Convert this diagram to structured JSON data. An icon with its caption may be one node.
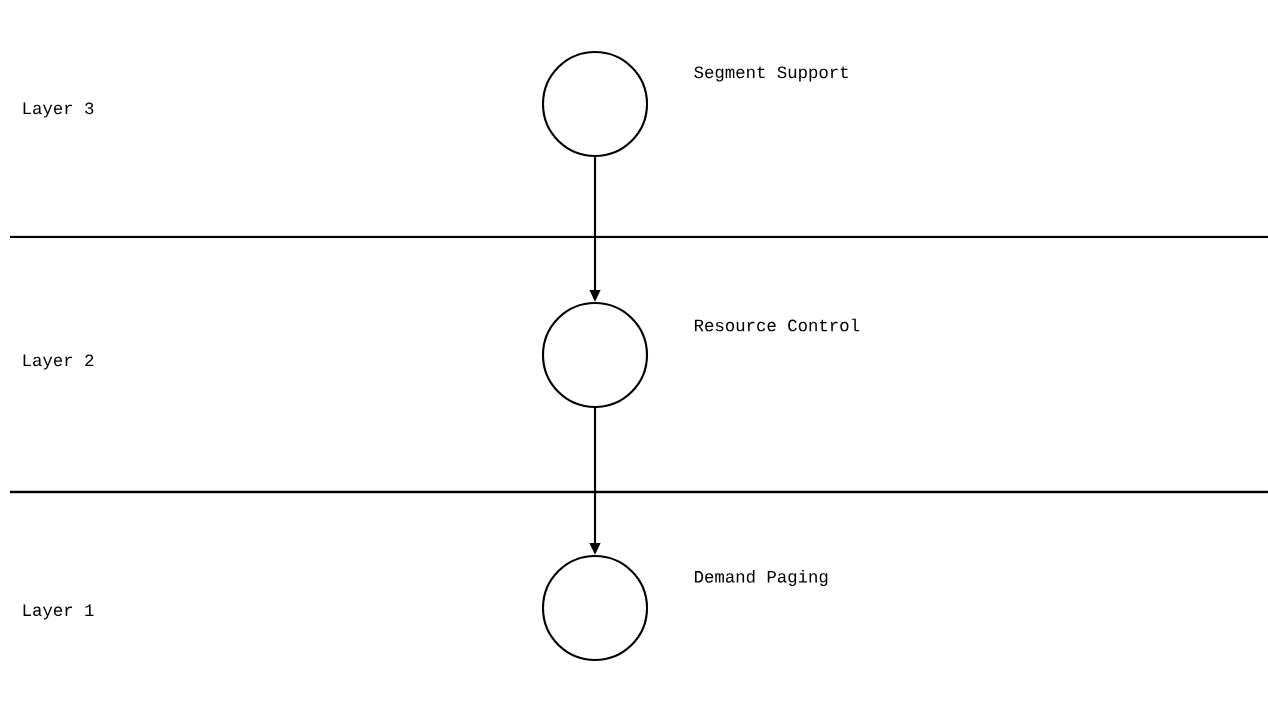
{
  "diagram": {
    "nodes": [
      {
        "text": [],
        "shape": "circle",
        "beside": [
          "Segment Support"
        ]
      },
      {
        "text": [],
        "shape": "circle",
        "beside": [
          "Resource Control"
        ]
      },
      {
        "text": [],
        "shape": "circle",
        "beside": [
          "Demand Paging"
        ]
      }
    ],
    "edges": [
      {
        "from": 0,
        "to": 1,
        "arrow": "to"
      },
      {
        "from": 1,
        "to": 2,
        "arrow": "to"
      }
    ],
    "labels": [
      "Layer 3",
      "Layer 2",
      "Layer 1"
    ]
  }
}
